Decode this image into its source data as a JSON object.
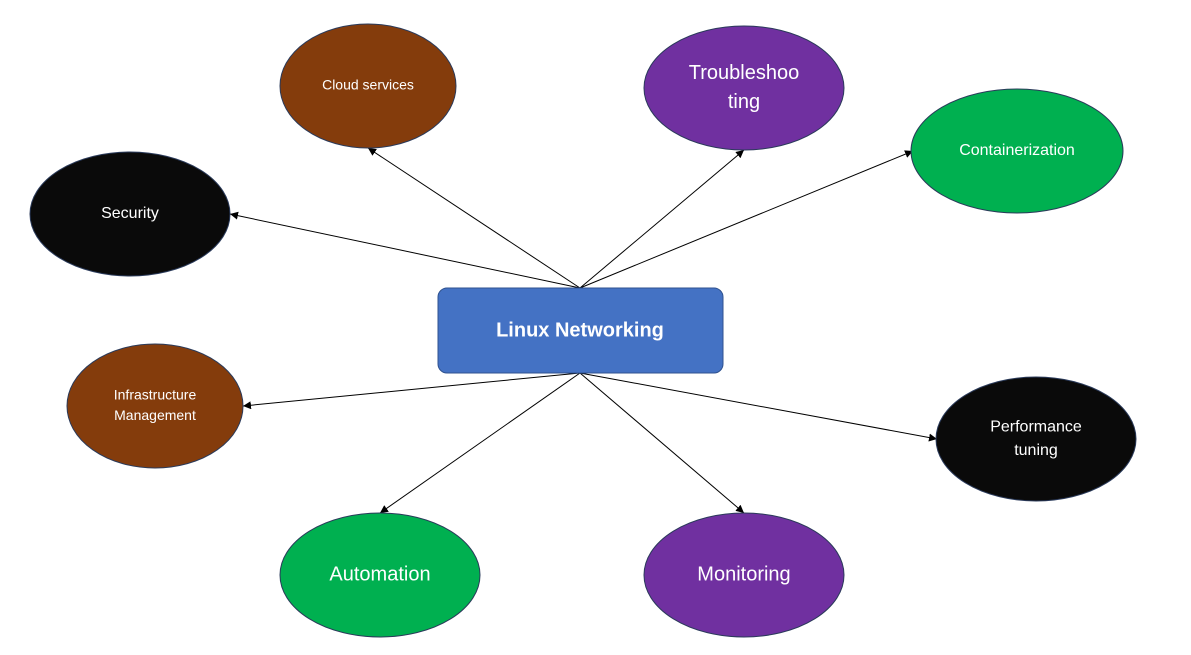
{
  "center": {
    "label": "Linux Networking",
    "color": "#4472c4"
  },
  "nodes": [
    {
      "id": "cloud-services",
      "lines": [
        "Cloud services"
      ],
      "color": "#843c0c"
    },
    {
      "id": "troubleshooting",
      "lines": [
        "Troubleshoo",
        "ting"
      ],
      "color": "#7030a0"
    },
    {
      "id": "containerization",
      "lines": [
        "Containerization"
      ],
      "color": "#00b050"
    },
    {
      "id": "security",
      "lines": [
        "Security"
      ],
      "color": "#0a0a0a"
    },
    {
      "id": "infrastructure-management",
      "lines": [
        "Infrastructure",
        "Management"
      ],
      "color": "#843c0c"
    },
    {
      "id": "performance-tuning",
      "lines": [
        "Performance",
        "tuning"
      ],
      "color": "#0a0a0a"
    },
    {
      "id": "automation",
      "lines": [
        "Automation"
      ],
      "color": "#00b050"
    },
    {
      "id": "monitoring",
      "lines": [
        "Monitoring"
      ],
      "color": "#7030a0"
    }
  ]
}
